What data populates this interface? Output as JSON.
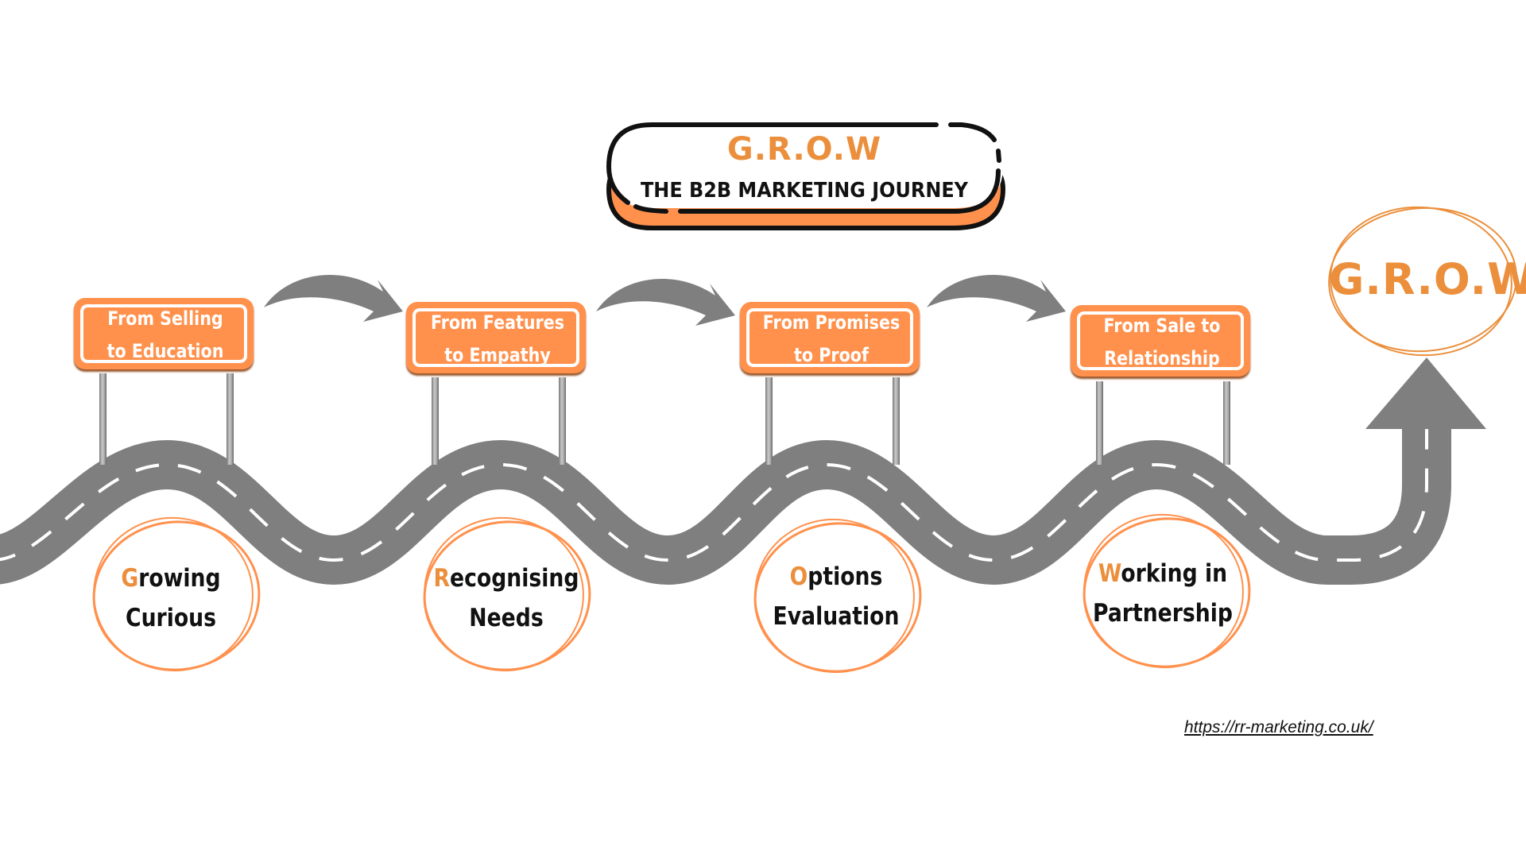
{
  "title": {
    "acronym": "G.R.O.W",
    "subtitle": "THE B2B MARKETING JOURNEY"
  },
  "signs": [
    {
      "line1": "From Selling",
      "line2": "to Education"
    },
    {
      "line1": "From Features",
      "line2": "to Empathy"
    },
    {
      "line1": "From Promises",
      "line2": "to Proof"
    },
    {
      "line1": "From Sale to",
      "line2": "Relationship"
    }
  ],
  "stages": [
    {
      "initial": "G",
      "rest1": "rowing",
      "line2": "Curious"
    },
    {
      "initial": "R",
      "rest1": "ecognising",
      "line2": "Needs"
    },
    {
      "initial": "O",
      "rest1": "ptions",
      "line2": "Evaluation"
    },
    {
      "initial": "W",
      "rest1": "orking in",
      "line2": "Partnership"
    }
  ],
  "destination": {
    "label": "G.R.O.W"
  },
  "footer": {
    "url": "https://rr-marketing.co.uk/"
  },
  "colors": {
    "accent": "#EB8F3C",
    "sign": "#FF914D",
    "road": "#7F7F7F",
    "text": "#111111"
  },
  "icons": {
    "transition_arrow": "curved-arrow-right-icon",
    "road_end": "arrow-up-icon"
  }
}
